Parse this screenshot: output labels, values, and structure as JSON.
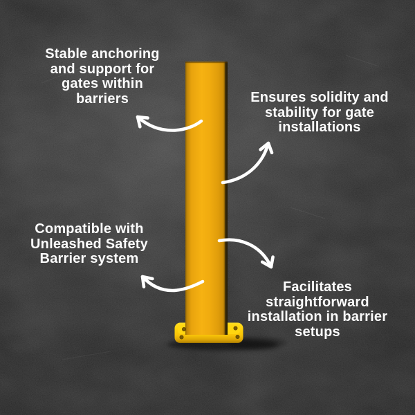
{
  "image": {
    "description": "Annotated product infographic: yellow safety barrier post with bolt-down base plate on a dark chalkboard background",
    "product": "safety-barrier-post"
  },
  "colors": {
    "bg": "#232323",
    "text": "#fcfcfc",
    "arrow": "#ffffff",
    "post-yellow": "#f2ac10",
    "plate-yellow": "#ffd20a"
  },
  "annotations": [
    {
      "position": "top-left",
      "text": "Stable anchoring\nand support for\ngates within\nbarriers"
    },
    {
      "position": "top-right",
      "text": "Ensures solidity and\nstability for gate\ninstallations"
    },
    {
      "position": "middle-left",
      "text": "Compatible with\nUnleashed Safety\nBarrier system"
    },
    {
      "position": "bottom-right",
      "text": "Facilitates\nstraightforward\ninstallation in barrier\nsetups"
    }
  ]
}
